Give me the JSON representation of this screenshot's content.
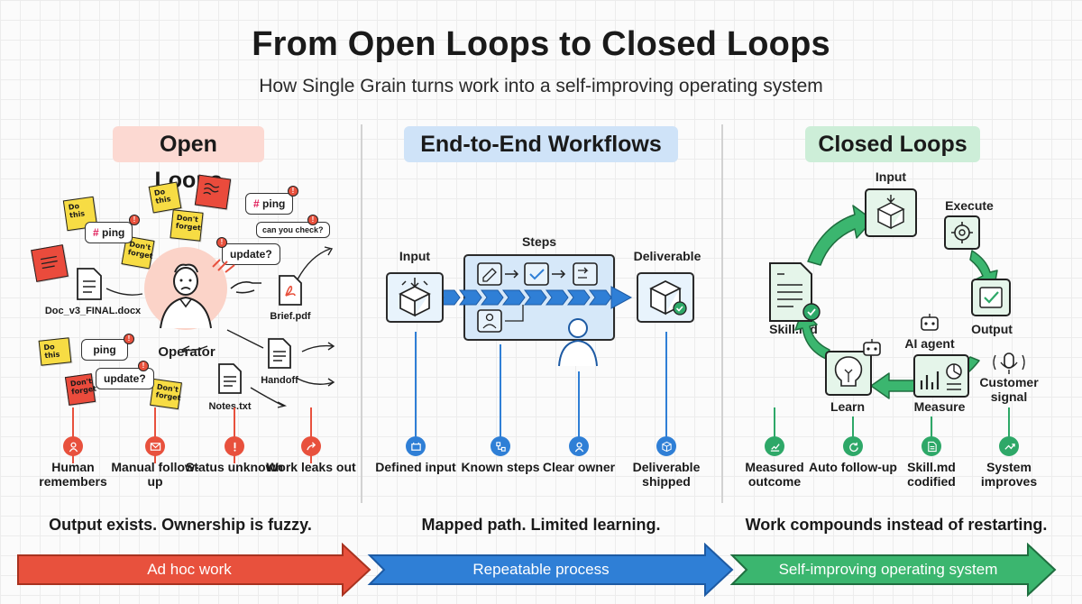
{
  "title": "From Open Loops to Closed Loops",
  "subtitle": "How Single Grain turns work into a self-improving operating system",
  "columns": {
    "open": {
      "heading": "Open Loops",
      "notes": [
        "Do this",
        "Do this",
        "Don't forget",
        "Don't forget",
        "Do this",
        "Don't forget",
        "Don't forget"
      ],
      "bubbles": {
        "ping_slack_1": "ping",
        "ping_slack_2": "ping",
        "can_you_check": "can you check?",
        "update_1": "update?",
        "ping_plain": "ping",
        "update_2": "update?"
      },
      "files": {
        "doc": "Doc_v3_FINAL.docx",
        "brief": "Brief.pdf",
        "handoff": "Handoff",
        "notes": "Notes.txt"
      },
      "operator": "Operator",
      "bottom_items": [
        {
          "label": "Human remembers",
          "icon": "user-icon"
        },
        {
          "label": "Manual follow-up",
          "icon": "mail-icon"
        },
        {
          "label": "Status unknown",
          "icon": "alert-icon"
        },
        {
          "label": "Work leaks out",
          "icon": "share-icon"
        }
      ],
      "summary": "Output exists. Ownership is fuzzy.",
      "band": "Ad hoc work"
    },
    "workflows": {
      "heading": "End-to-End Workflows",
      "input": "Input",
      "steps": "Steps",
      "deliverable": "Deliverable",
      "bottom_items": [
        {
          "label": "Defined input",
          "icon": "box-icon"
        },
        {
          "label": "Known steps",
          "icon": "flow-icon"
        },
        {
          "label": "Clear owner",
          "icon": "user-icon"
        },
        {
          "label": "Deliverable shipped",
          "icon": "package-icon"
        }
      ],
      "summary": "Mapped path. Limited learning.",
      "band": "Repeatable process"
    },
    "closed": {
      "heading": "Closed Loops",
      "input": "Input",
      "execute": "Execute",
      "output": "Output",
      "measure": "Measure",
      "learn": "Learn",
      "skill": "Skill.md",
      "ai_agent": "AI agent",
      "customer_signal": "Customer signal",
      "bottom_items": [
        {
          "label": "Measured outcome",
          "icon": "chart-icon"
        },
        {
          "label": "Auto follow-up",
          "icon": "refresh-icon"
        },
        {
          "label": "Skill.md codified",
          "icon": "doc-icon"
        },
        {
          "label": "System improves",
          "icon": "improve-icon"
        }
      ],
      "summary": "Work compounds instead of restarting.",
      "band": "Self-improving operating system"
    }
  },
  "colors": {
    "red": "#e8513d",
    "blue": "#2f7fd6",
    "green": "#2ea868",
    "red_tint": "#fcd9d2",
    "blue_tint": "#cfe3f8",
    "green_tint": "#cdeed8",
    "note_yellow": "#f7dc44",
    "note_red": "#ea4b3c"
  }
}
